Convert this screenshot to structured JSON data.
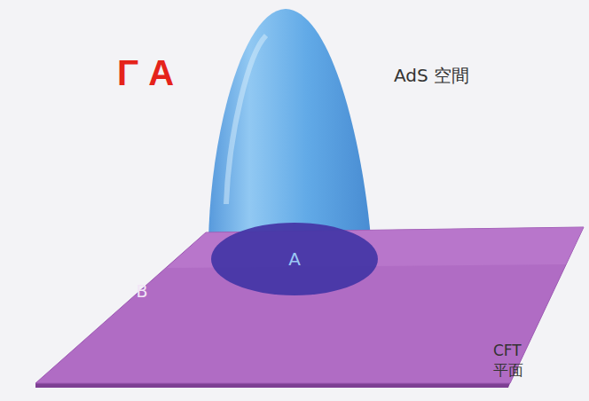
{
  "diagram": {
    "nodes": [
      {
        "text": [
          "B"
        ]
      },
      {
        "text": [
          "A"
        ],
        "in": 0
      }
    ],
    "labels": [
      "Γ A",
      "AdS 空間",
      "CFT 平面"
    ]
  }
}
